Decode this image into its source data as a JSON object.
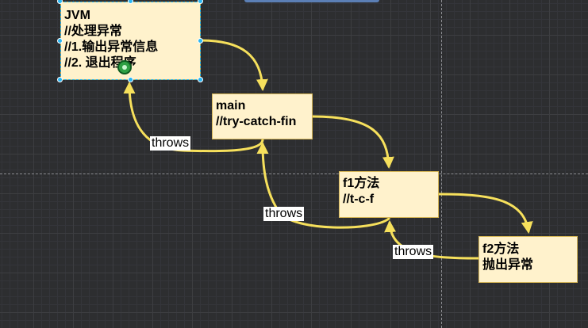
{
  "diagram": {
    "nodes": {
      "jvm": {
        "lines": [
          "JVM",
          "//处理异常",
          "//1.输出异常信息",
          "//2. 退出程序"
        ]
      },
      "main": {
        "lines": [
          "main",
          "//try-catch-fin"
        ]
      },
      "f1": {
        "lines": [
          "f1方法",
          "//t-c-f"
        ]
      },
      "f2": {
        "lines": [
          "f2方法",
          "抛出异常"
        ]
      }
    },
    "edges": [
      {
        "from": "jvm",
        "to": "main",
        "label": ""
      },
      {
        "from": "main",
        "to": "f1",
        "label": ""
      },
      {
        "from": "f1",
        "to": "f2",
        "label": ""
      },
      {
        "from": "f2",
        "to": "f1",
        "label": "throws"
      },
      {
        "from": "f1",
        "to": "main",
        "label": "throws"
      },
      {
        "from": "main",
        "to": "jvm",
        "label": "throws"
      }
    ]
  },
  "colors": {
    "canvas": "#2d2e30",
    "node_fill": "#fff2cc",
    "node_border": "#d6b656",
    "edge": "#f6e05c",
    "selection": "#29b6f2"
  }
}
